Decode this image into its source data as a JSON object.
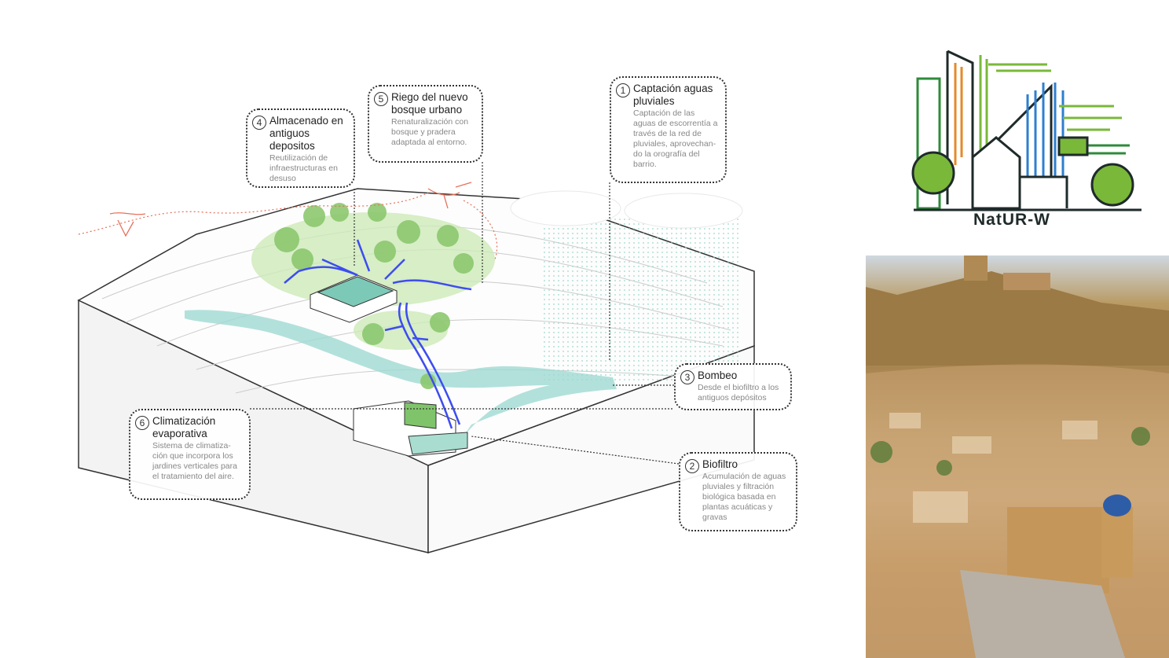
{
  "diagram": {
    "steps": [
      {
        "number": "1",
        "title": "Captación aguas pluviales",
        "description": "Captación de las aguas de escorrentía a través de la red de pluviales, aprovechan-do la orografía del barrio."
      },
      {
        "number": "2",
        "title": "Biofiltro",
        "description": "Acumulación de aguas pluviales y filtración biológica basada en plantas acuáticas y gravas"
      },
      {
        "number": "3",
        "title": "Bombeo",
        "description": "Desde el biofiltro a los antiguos depósitos"
      },
      {
        "number": "4",
        "title": "Almacenado en antiguos depositos",
        "description": "Reutilización de infraestructuras en desuso"
      },
      {
        "number": "5",
        "title": "Riego del nuevo bosque urbano",
        "description": "Renaturalización con bosque y pradera adaptada al entorno."
      },
      {
        "number": "6",
        "title": "Climatización evaporativa",
        "description": "Sistema de climatiza-ción que incorpora los jardines verticales para el tratamiento del aire."
      }
    ]
  },
  "logo": {
    "text": "NatUR-W"
  },
  "colors": {
    "water": "#3d4cf0",
    "stream": "#8fd3cc",
    "forest": "#7fc46a",
    "bird": "#e8705a"
  }
}
